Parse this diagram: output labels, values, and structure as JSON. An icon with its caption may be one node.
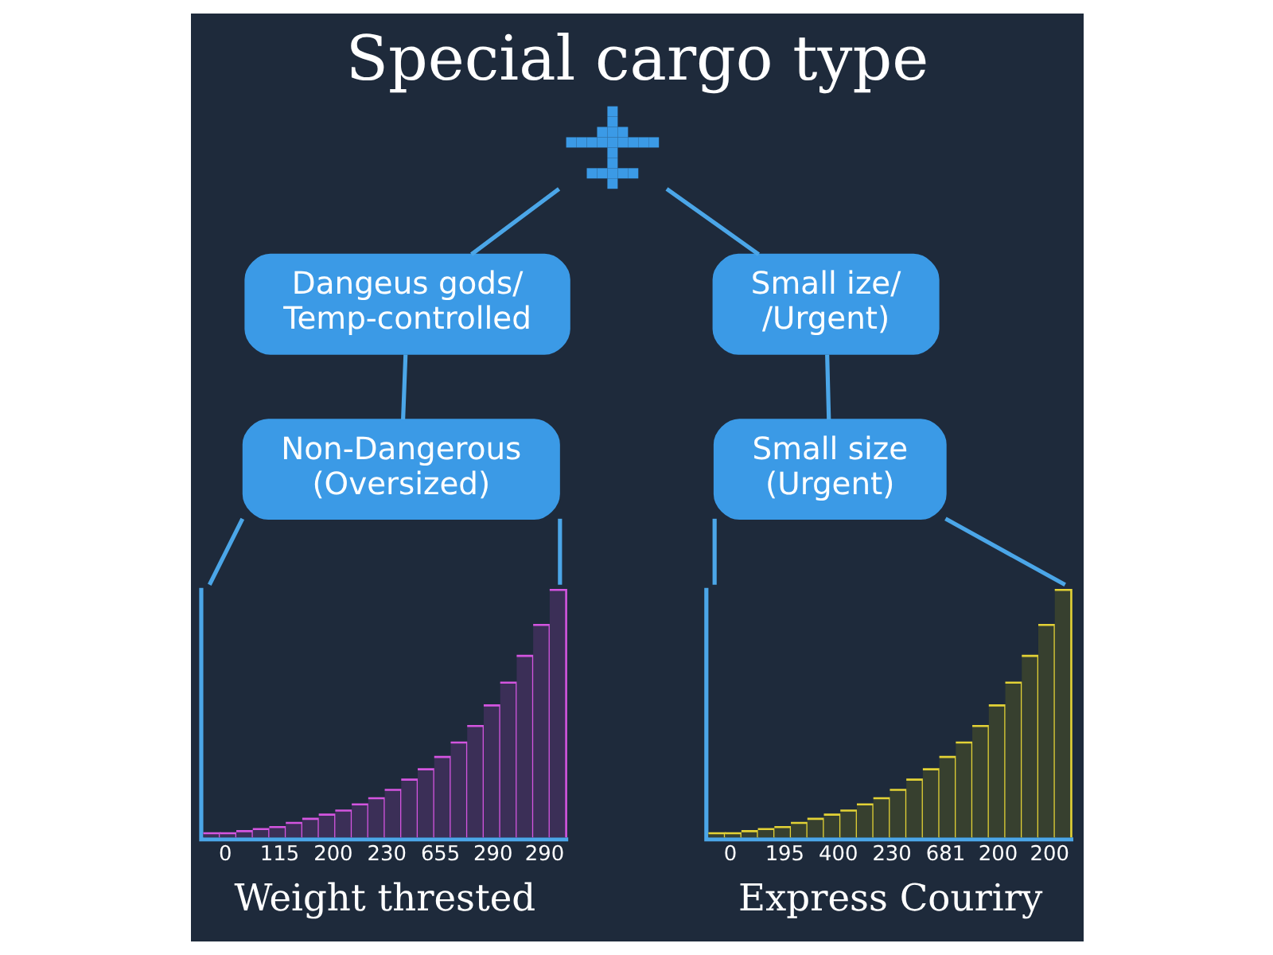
{
  "diagram": {
    "title": "Special cargo type",
    "nodes": [
      {
        "text": [],
        "shape": "picture"
      },
      {
        "text": [
          "Dangeus gods/ Temp-controlled"
        ]
      },
      {
        "text": [
          "Small ize/ /Urgent)"
        ]
      },
      {
        "text": [
          "Non-Dangerous (Oversized)"
        ]
      },
      {
        "text": [
          "Small size (Urgent)"
        ]
      },
      {
        "text": [
          "0",
          "115",
          "200",
          "230",
          "655",
          "290",
          "290",
          "Weight thrested"
        ]
      },
      {
        "text": [
          "0",
          "195",
          "400",
          "230",
          "681",
          "200",
          "200",
          "Express Couriry"
        ]
      }
    ],
    "edges": [
      {
        "from": 0,
        "to": 1,
        "arrow": "none"
      },
      {
        "from": 0,
        "to": 2,
        "arrow": "none"
      },
      {
        "from": 1,
        "to": 3,
        "arrow": "none"
      },
      {
        "from": 2,
        "to": 4,
        "arrow": "none"
      },
      {
        "from": 3,
        "to": 5,
        "arrow": "none"
      },
      {
        "from": 3,
        "to": 5,
        "arrow": "none"
      },
      {
        "from": 4,
        "to": 6,
        "arrow": "none"
      },
      {
        "from": 4,
        "to": 6,
        "arrow": "none"
      }
    ]
  }
}
